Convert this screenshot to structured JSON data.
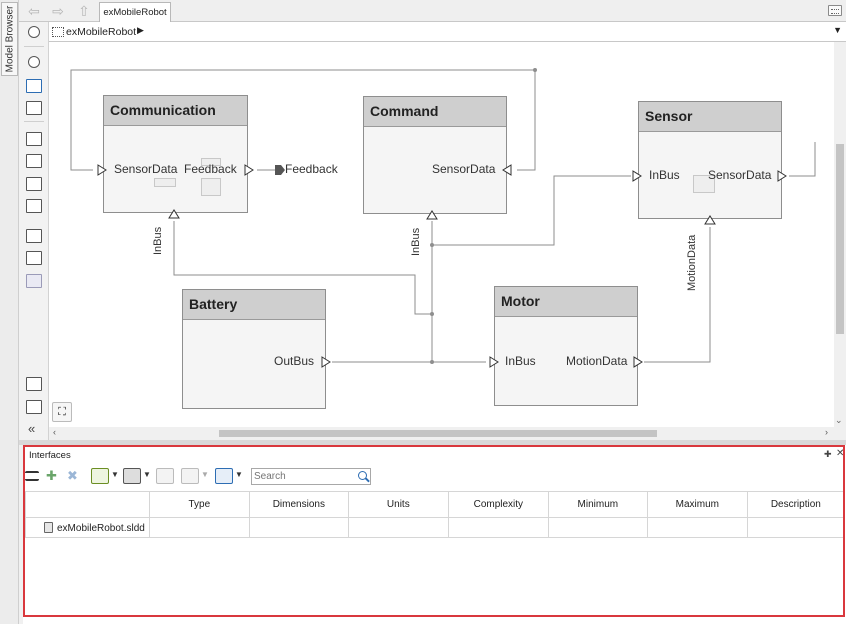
{
  "model_browser": {
    "label": "Model Browser"
  },
  "top_bar": {
    "tab_label": "exMobileRobot"
  },
  "address_bar": {
    "path": "exMobileRobot"
  },
  "canvas": {
    "components": [
      {
        "name": "Communication"
      },
      {
        "name": "Command"
      },
      {
        "name": "Sensor"
      },
      {
        "name": "Battery"
      },
      {
        "name": "Motor"
      }
    ],
    "ports": {
      "comm_sensordata": "SensorData",
      "comm_feedback": "Feedback",
      "comm_inbus": "InBus",
      "cmd_sensordata": "SensorData",
      "cmd_inbus": "InBus",
      "sensor_inbus": "InBus",
      "sensor_sensordata": "SensorData",
      "sensor_motiondata": "MotionData",
      "battery_outbus": "OutBus",
      "motor_inbus": "InBus",
      "motor_motiondata": "MotionData",
      "root_feedback": "Feedback"
    }
  },
  "interfaces": {
    "title": "Interfaces",
    "search_placeholder": "Search",
    "columns": [
      "",
      "Type",
      "Dimensions",
      "Units",
      "Complexity",
      "Minimum",
      "Maximum",
      "Description"
    ],
    "rows": [
      {
        "name": "exMobileRobot.sldd"
      }
    ]
  },
  "colors": {
    "highlight_border": "#d9383d",
    "accent": "#2d6db3"
  }
}
